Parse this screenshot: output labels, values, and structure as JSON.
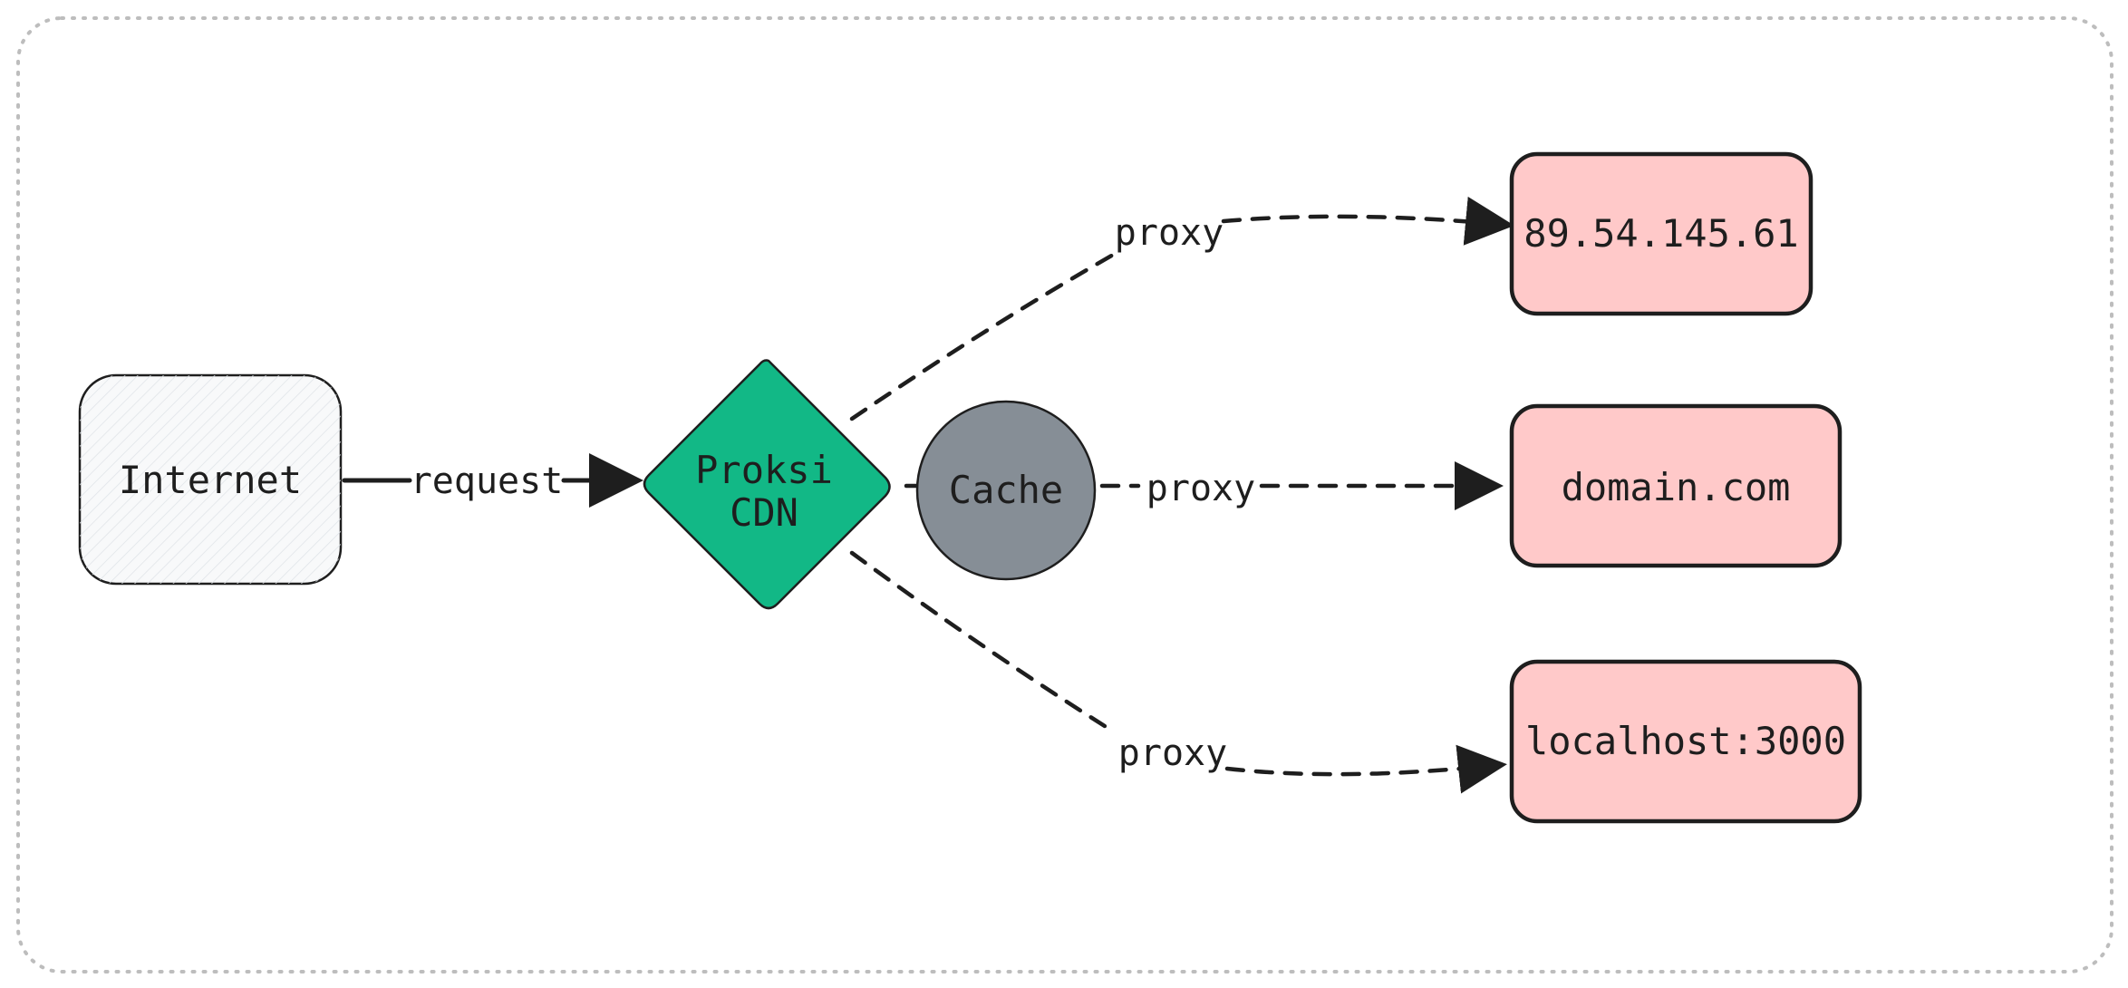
{
  "diagram": {
    "nodes": {
      "internet": {
        "label": "Internet",
        "fill": "#f8f9fa"
      },
      "cdn": {
        "lines": [
          "Proksi",
          "CDN"
        ],
        "fill": "#12b886"
      },
      "cache": {
        "label": "Cache",
        "fill": "#868e96"
      },
      "target_ip": {
        "label": "89.54.145.61",
        "fill": "#ffc9c9"
      },
      "target_domain": {
        "label": "domain.com",
        "fill": "#ffc9c9"
      },
      "target_local": {
        "label": "localhost:3000",
        "fill": "#ffc9c9"
      }
    },
    "edges": {
      "request": {
        "label": "request",
        "style": "solid"
      },
      "proxy_top": {
        "label": "proxy",
        "style": "dashed"
      },
      "proxy_middle": {
        "label": "proxy",
        "style": "dashed"
      },
      "proxy_bottom": {
        "label": "proxy",
        "style": "dashed"
      }
    },
    "colors": {
      "stroke": "#1e1e1e",
      "frame": "#bdbdbd"
    }
  }
}
